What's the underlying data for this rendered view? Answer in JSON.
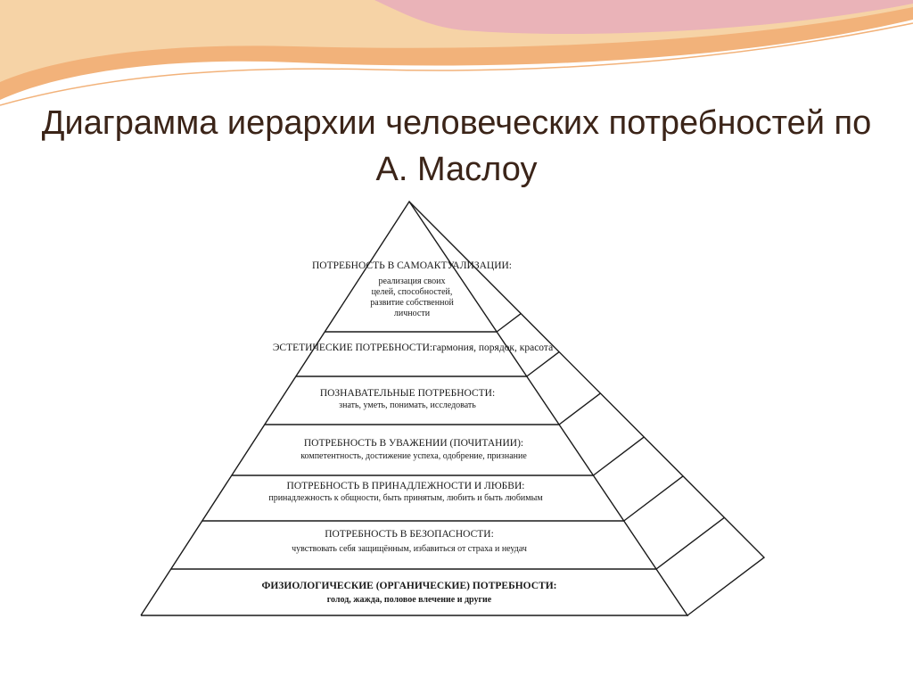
{
  "slide": {
    "title_line1": "Диаграмма иерархии человеческих потребностей по",
    "title_line2": "А. Маслоу"
  },
  "colors": {
    "band_outer": "#f2b27a",
    "band_inner": "#f6d3a6",
    "band_pink": "#eab3b8",
    "line": "#1a1a1a"
  },
  "pyramid": {
    "levels": [
      {
        "title": "ПОТРЕБНОСТЬ В САМОАКТУАЛИЗАЦИИ:",
        "desc": [
          "реализация своих",
          "целей, способностей,",
          "развитие собственной",
          "личности"
        ]
      },
      {
        "title": "ЭСТЕТИЧЕСКИЕ ПОТРЕБНОСТИ:гармония, порядок, красота",
        "desc": []
      },
      {
        "title": "ПОЗНАВАТЕЛЬНЫЕ ПОТРЕБНОСТИ:",
        "desc": [
          "знать, уметь, понимать, исследовать"
        ]
      },
      {
        "title": "ПОТРЕБНОСТЬ В УВАЖЕНИИ (ПОЧИТАНИИ):",
        "desc": [
          "компетентность, достижение успеха, одобрение, признание"
        ]
      },
      {
        "title": "ПОТРЕБНОСТЬ В ПРИНАДЛЕЖНОСТИ И ЛЮБВИ:",
        "desc": [
          "принадлежность к общности, быть принятым, любить и быть любимым"
        ]
      },
      {
        "title": "ПОТРЕБНОСТЬ В БЕЗОПАСНОСТИ:",
        "desc": [
          "чувствовать себя защищённым, избавиться от страха и неудач"
        ]
      },
      {
        "title": "ФИЗИОЛОГИЧЕСКИЕ (ОРГАНИЧЕСКИЕ) ПОТРЕБНОСТИ:",
        "desc": [
          "голод, жажда, половое влечение и другие"
        ],
        "bold": true
      }
    ]
  }
}
